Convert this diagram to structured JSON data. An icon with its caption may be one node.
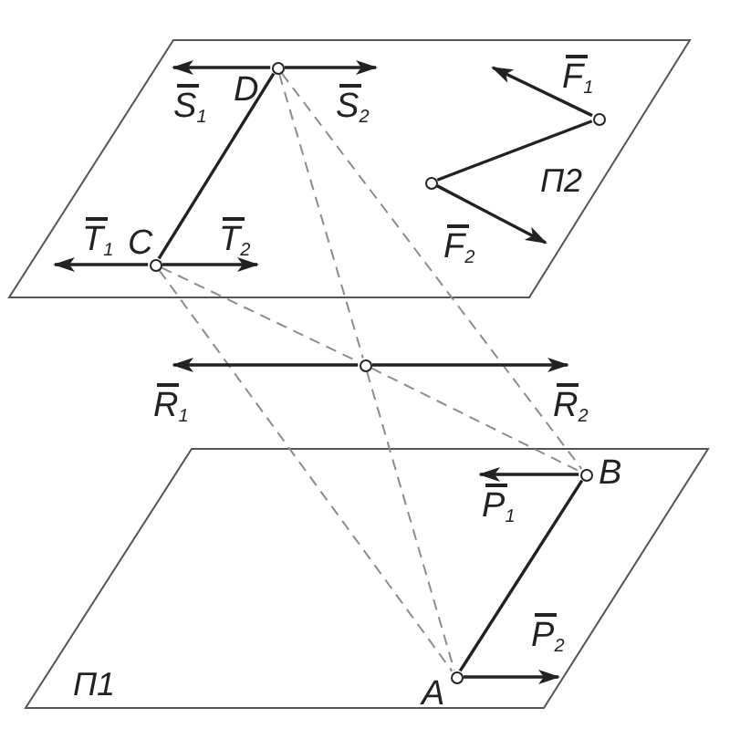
{
  "diagram": {
    "nodes": [
      {
        "text": [
          "П2"
        ]
      },
      {
        "text": [],
        "shape": "circle",
        "beside": [
          "D"
        ],
        "in": 0
      },
      {
        "text": [],
        "shape": "circle",
        "in": 0
      },
      {
        "text": [],
        "shape": "circle",
        "in": 0
      },
      {
        "text": [],
        "shape": "circle",
        "beside": [
          "C"
        ],
        "in": 0
      },
      {
        "text": [],
        "shape": "circle"
      },
      {
        "text": [
          "П1"
        ]
      },
      {
        "text": [],
        "shape": "circle",
        "beside": [
          "B"
        ],
        "in": 6
      },
      {
        "text": [],
        "shape": "circle",
        "beside": [
          "A"
        ],
        "in": 6
      }
    ],
    "edges": [
      {
        "from": 1,
        "to": 4,
        "arrow": "none"
      },
      {
        "from": 2,
        "to": 3,
        "arrow": "none"
      },
      {
        "from": 7,
        "to": 8,
        "arrow": "none"
      },
      {
        "from": 1,
        "to": 5,
        "arrow": "none",
        "style": "dashed",
        "color": "#8c8c8c"
      },
      {
        "from": 5,
        "to": 8,
        "arrow": "none",
        "style": "dashed",
        "color": "#8c8c8c"
      },
      {
        "from": 1,
        "to": 7,
        "arrow": "none",
        "style": "dashed",
        "color": "#8c8c8c"
      },
      {
        "from": 4,
        "to": 5,
        "arrow": "none",
        "style": "dashed",
        "color": "#8c8c8c"
      },
      {
        "from": 5,
        "to": 7,
        "arrow": "none",
        "style": "dashed",
        "color": "#8c8c8c"
      },
      {
        "from": 4,
        "to": 8,
        "arrow": "none",
        "style": "dashed",
        "color": "#8c8c8c"
      },
      {
        "from": 1,
        "to": null,
        "arrow": "to",
        "label": "S$_{1}$"
      },
      {
        "from": 1,
        "to": null,
        "arrow": "to",
        "label": "S$_{2}$"
      },
      {
        "from": 2,
        "to": null,
        "arrow": "to",
        "label": "F$_{1}$"
      },
      {
        "from": 4,
        "to": null,
        "arrow": "to",
        "label": "T$_{1}$"
      },
      {
        "from": 4,
        "to": null,
        "arrow": "to",
        "label": "T$_{2}$"
      },
      {
        "from": 3,
        "to": null,
        "arrow": "to",
        "label": "F$_{2}$"
      },
      {
        "from": 5,
        "to": null,
        "arrow": "to",
        "label": "R$_{1}$"
      },
      {
        "from": 5,
        "to": null,
        "arrow": "to",
        "label": "R$_{2}$"
      },
      {
        "from": 7,
        "to": null,
        "arrow": "to",
        "label": "P$_{1}$"
      },
      {
        "from": 8,
        "to": null,
        "arrow": "to",
        "label": "P$_{2}$"
      }
    ]
  }
}
